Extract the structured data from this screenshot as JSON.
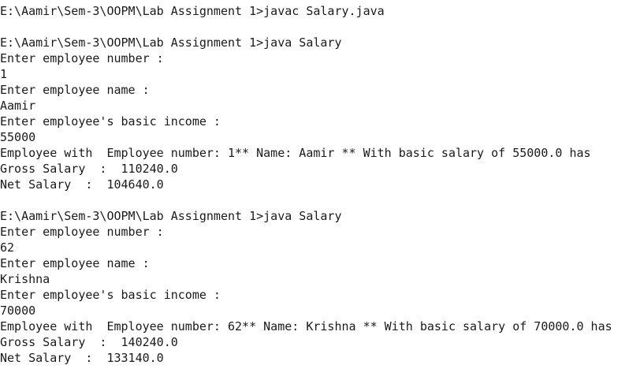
{
  "console": {
    "lines": [
      "E:\\Aamir\\Sem-3\\OOPM\\Lab Assignment 1>javac Salary.java",
      "",
      "E:\\Aamir\\Sem-3\\OOPM\\Lab Assignment 1>java Salary",
      "Enter employee number :",
      "1",
      "Enter employee name :",
      "Aamir",
      "Enter employee's basic income :",
      "55000",
      "Employee with  Employee number: 1** Name: Aamir ** With basic salary of 55000.0 has",
      "Gross Salary  :  110240.0",
      "Net Salary  :  104640.0",
      "",
      "E:\\Aamir\\Sem-3\\OOPM\\Lab Assignment 1>java Salary",
      "Enter employee number :",
      "62",
      "Enter employee name :",
      "Krishna",
      "Enter employee's basic income :",
      "70000",
      "Employee with  Employee number: 62** Name: Krishna ** With basic salary of 70000.0 has",
      "Gross Salary  :  140240.0",
      "Net Salary  :  133140.0"
    ]
  }
}
